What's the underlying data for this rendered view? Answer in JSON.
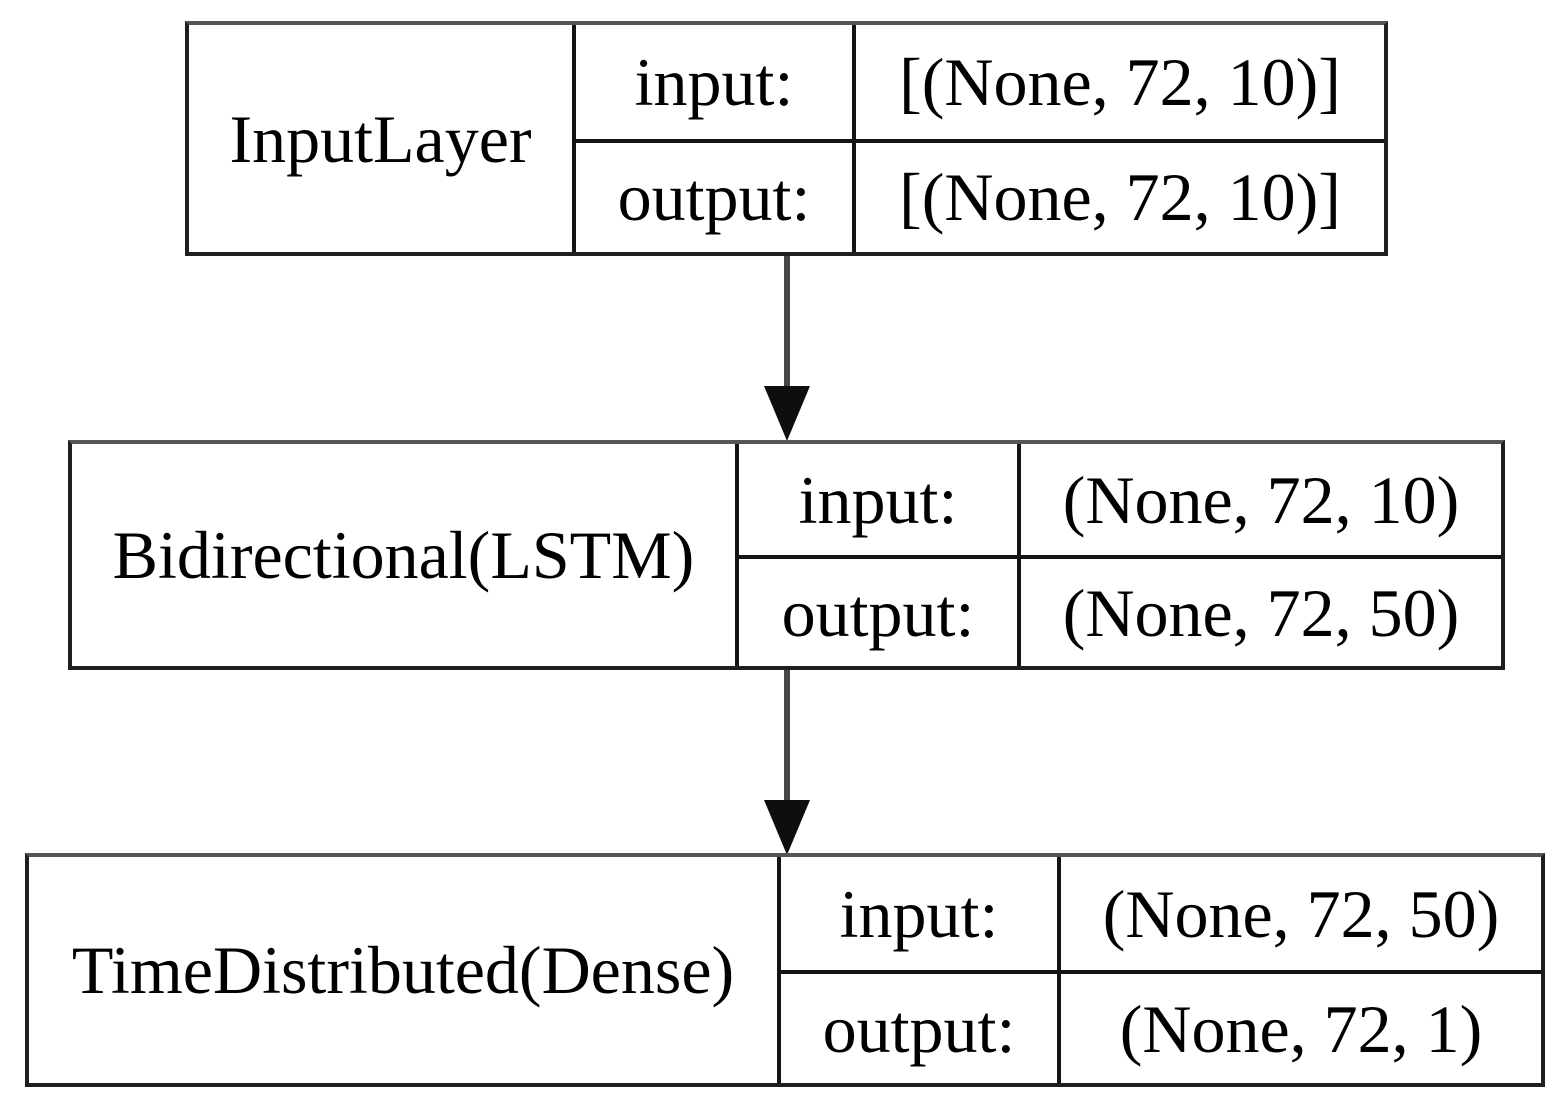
{
  "diagram": {
    "kind": "keras-model-architecture",
    "background_color": "#ffffff",
    "border_color": "#1f1f1f",
    "text_color": "#000000",
    "arrow_color": "#0e0e0e",
    "layers": [
      {
        "name": "InputLayer",
        "input_label": "input:",
        "output_label": "output:",
        "input_shape": "[(None, 72, 10)]",
        "output_shape": "[(None, 72, 10)]"
      },
      {
        "name": "Bidirectional(LSTM)",
        "input_label": "input:",
        "output_label": "output:",
        "input_shape": "(None, 72, 10)",
        "output_shape": "(None, 72, 50)"
      },
      {
        "name": "TimeDistributed(Dense)",
        "input_label": "input:",
        "output_label": "output:",
        "input_shape": "(None, 72, 50)",
        "output_shape": "(None, 72, 1)"
      }
    ],
    "edges": [
      {
        "from": "InputLayer",
        "to": "Bidirectional(LSTM)"
      },
      {
        "from": "Bidirectional(LSTM)",
        "to": "TimeDistributed(Dense)"
      }
    ]
  }
}
